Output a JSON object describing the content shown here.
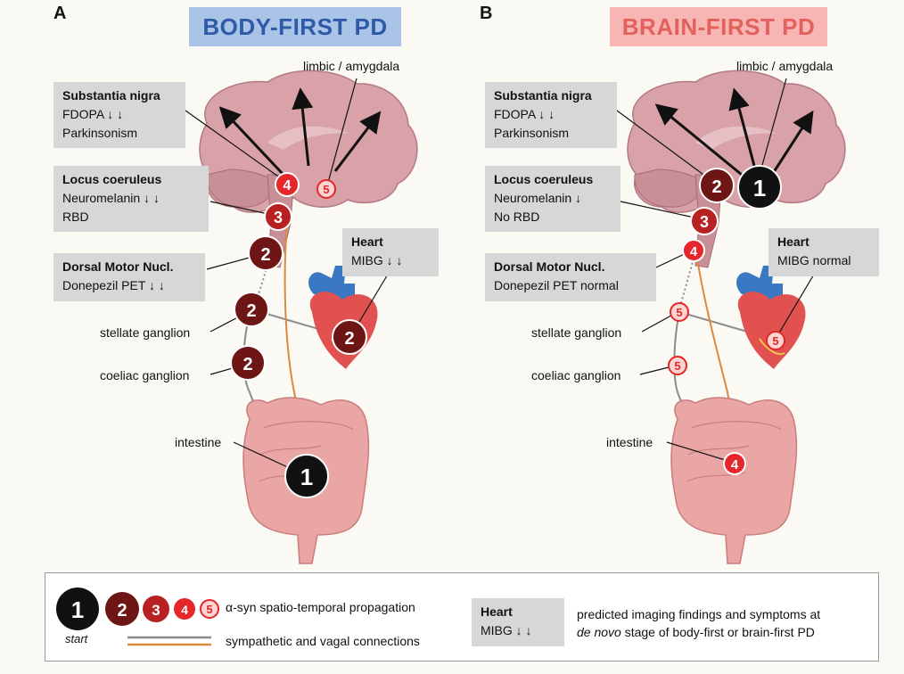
{
  "panels": [
    {
      "letter": "A",
      "title": "BODY-FIRST PD",
      "title_color": "#2e5aa8",
      "title_bg": "#a9c4e6",
      "limbic_label": "limbic / amygdala",
      "substantia": {
        "head": "Substantia nigra",
        "lines": [
          "FDOPA ↓ ↓",
          "Parkinsonism"
        ]
      },
      "locus": {
        "head": "Locus coeruleus",
        "lines": [
          "Neuromelanin ↓ ↓",
          "RBD"
        ]
      },
      "dorsal": {
        "head": "Dorsal Motor Nucl.",
        "lines": [
          "Donepezil PET ↓ ↓"
        ]
      },
      "heart": {
        "head": "Heart",
        "lines": [
          "MIBG ↓ ↓"
        ]
      },
      "stellate_label": "stellate ganglion",
      "coeliac_label": "coeliac ganglion",
      "intestine_label": "intestine",
      "nodes": {
        "limbic": "5",
        "substantia": "4",
        "locus": "3",
        "dorsal": "2",
        "stellate": "2",
        "coeliac": "2",
        "heart": "2",
        "intestine": "1"
      }
    },
    {
      "letter": "B",
      "title": "BRAIN-FIRST PD",
      "title_color": "#e2615c",
      "title_bg": "#f7b6b3",
      "limbic_label": "limbic / amygdala",
      "substantia": {
        "head": "Substantia nigra",
        "lines": [
          "FDOPA ↓ ↓",
          "Parkinsonism"
        ]
      },
      "locus": {
        "head": "Locus coeruleus",
        "lines": [
          "Neuromelanin ↓",
          "No RBD"
        ]
      },
      "dorsal": {
        "head": "Dorsal Motor Nucl.",
        "lines": [
          "Donepezil PET normal"
        ]
      },
      "heart": {
        "head": "Heart",
        "lines": [
          "MIBG normal"
        ]
      },
      "stellate_label": "stellate ganglion",
      "coeliac_label": "coeliac ganglion",
      "intestine_label": "intestine",
      "nodes": {
        "limbic": "1",
        "substantia": "2",
        "locus": "3",
        "dorsal": "4",
        "stellate": "5",
        "coeliac": "5",
        "heart": "5",
        "intestine": "4"
      }
    }
  ],
  "legend": {
    "stage_numbers": [
      "1",
      "2",
      "3",
      "4",
      "5"
    ],
    "start_label": "start",
    "propagation_text": "α-syn spatio-temporal propagation",
    "connections_text": "sympathetic and vagal connections",
    "sample_box": {
      "head": "Heart",
      "line": "MIBG ↓ ↓"
    },
    "predicted_line1": "predicted imaging findings and symptoms at",
    "predicted_line2_italic": "de novo",
    "predicted_line2_rest": "stage of body-first or brain-first PD"
  },
  "colors": {
    "stage1": "#111111",
    "stage2": "#6e1616",
    "stage3": "#b82121",
    "stage4": "#e5262a",
    "stage5_fill": "#fcd4d2",
    "stage5_stroke": "#e5262a",
    "vagal_line": "#d98a3d",
    "sympathetic_line": "#8c8c8c",
    "brain": "#d9a1a8",
    "intestine": "#eaa6a4",
    "box_bg": "#d7d7d7"
  }
}
